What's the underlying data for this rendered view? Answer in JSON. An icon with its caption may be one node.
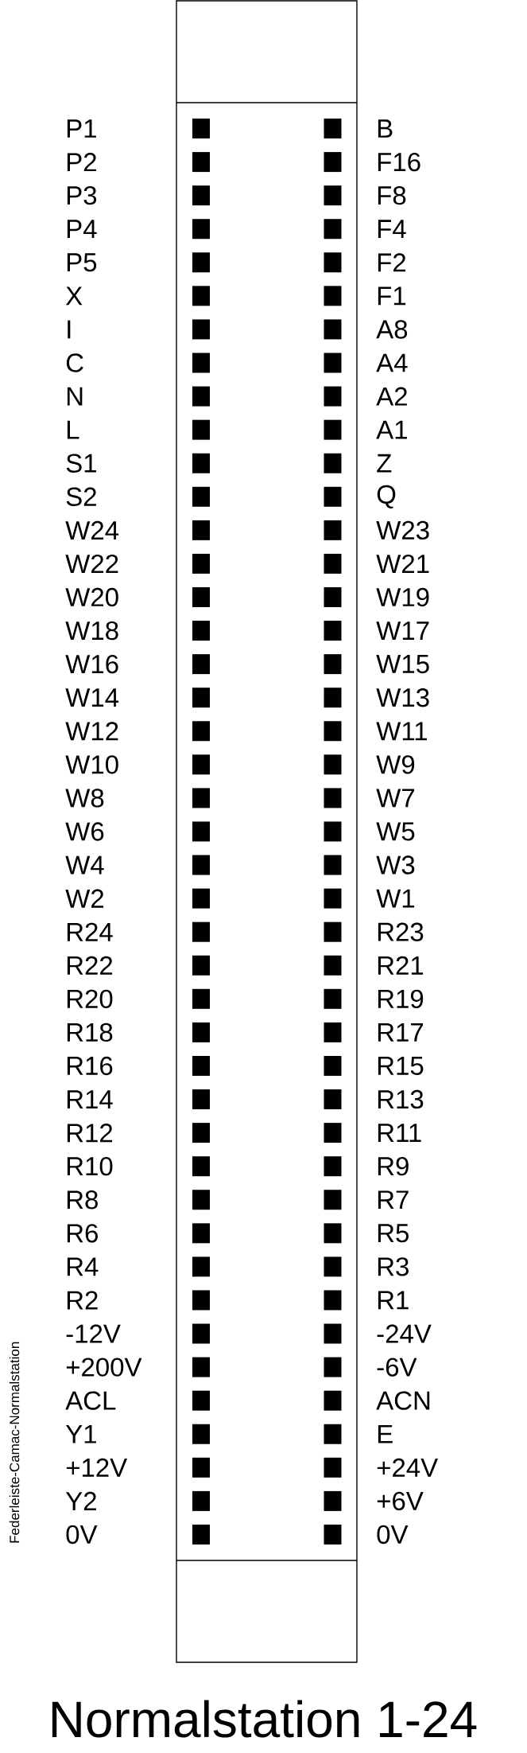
{
  "diagram": {
    "title": "Normalstation 1-24",
    "labels": [
      "P1",
      "B",
      "P2",
      "F16",
      "P3",
      "F8",
      "P4",
      "F4",
      "P5",
      "F2",
      "X",
      "F1",
      "I",
      "A8",
      "C",
      "A4",
      "N",
      "A2",
      "L",
      "A1",
      "S1",
      "Z",
      "S2",
      "Q",
      "W24",
      "W23",
      "W22",
      "W21",
      "W20",
      "W19",
      "W18",
      "W17",
      "W16",
      "W15",
      "W14",
      "W13",
      "W12",
      "W11",
      "W10",
      "W9",
      "W8",
      "W7",
      "W6",
      "W5",
      "W4",
      "W3",
      "W2",
      "W1",
      "R24",
      "R23",
      "R22",
      "R21",
      "R20",
      "R19",
      "R18",
      "R17",
      "R16",
      "R15",
      "R14",
      "R13",
      "R12",
      "R11",
      "R10",
      "R9",
      "R8",
      "R7",
      "R6",
      "R5",
      "R4",
      "R3",
      "R2",
      "R1",
      "-12V",
      "-24V",
      "+200V",
      "-6V",
      "ACL",
      "ACN",
      "Y1",
      "E",
      "+12V",
      "+24V",
      "Y2",
      "+6V",
      "0V",
      "0V",
      "Federleiste-Camac-Normalstation"
    ]
  }
}
